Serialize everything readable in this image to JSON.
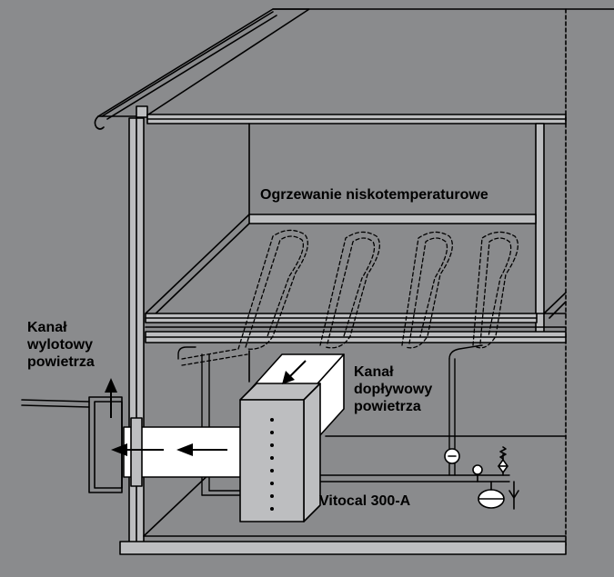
{
  "labels": {
    "heating": "Ogrzewanie niskotemperaturowe",
    "exhaust_duct": [
      "Kanał",
      "wylotowy",
      "powietrza"
    ],
    "supply_duct": [
      "Kanał",
      "dopływowy",
      "powietrza"
    ],
    "unit": "Vitocal 300-A"
  },
  "colors": {
    "background": "#8a8b8d",
    "line": "#000000",
    "fill_light": "#ffffff",
    "fill_wall": "#bdbec0"
  }
}
